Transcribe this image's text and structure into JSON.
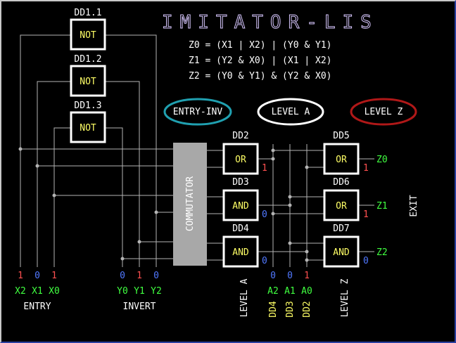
{
  "title": "IMITATOR-LIS",
  "equations": {
    "z0": "Z0 = (X1 | X2) | (Y0 & Y1)",
    "z1": "Z1 = (Y2 & X0) | (X1 | X2)",
    "z2": "Z2 = (Y0 & Y1) & (Y2 & X0)"
  },
  "buttons": {
    "entry_inv": "ENTRY-INV",
    "level_a": "LEVEL A",
    "level_z": "LEVEL Z"
  },
  "not_gates": [
    {
      "id": "DD1.1",
      "label": "NOT"
    },
    {
      "id": "DD1.2",
      "label": "NOT"
    },
    {
      "id": "DD1.3",
      "label": "NOT"
    }
  ],
  "mid_gates": [
    {
      "id": "DD2",
      "label": "OR",
      "out": "1"
    },
    {
      "id": "DD3",
      "label": "AND",
      "out": "0"
    },
    {
      "id": "DD4",
      "label": "AND",
      "out": "0"
    }
  ],
  "out_gates": [
    {
      "id": "DD5",
      "label": "OR",
      "out": "1",
      "z": "Z0"
    },
    {
      "id": "DD6",
      "label": "OR",
      "out": "1",
      "z": "Z1"
    },
    {
      "id": "DD7",
      "label": "AND",
      "out": "0",
      "z": "Z2"
    }
  ],
  "commutator": "COMMUTATOR",
  "exit": "EXIT",
  "entry": {
    "label": "ENTRY",
    "values": [
      "1",
      "0",
      "1"
    ],
    "names": [
      "X2",
      "X1",
      "X0"
    ]
  },
  "invert": {
    "label": "INVERT",
    "values": [
      "0",
      "1",
      "0"
    ],
    "names": [
      "Y0",
      "Y1",
      "Y2"
    ]
  },
  "level_a_label": "LEVEL A",
  "level_z_label": "LEVEL Z",
  "a_bus": {
    "values": [
      "0",
      "0",
      "1"
    ],
    "names": [
      "A2",
      "A1",
      "A0"
    ],
    "dd": [
      "DD4",
      "DD3",
      "DD2"
    ]
  },
  "colors": {
    "grid": "#b4b4b4",
    "gate_fill_text": "#ffff66",
    "one": "#ff5050",
    "zero": "#5078ff",
    "name": "#40ff40",
    "teal": "#20a0b0",
    "red": "#b01818",
    "commutator": "#a8a8a8",
    "title": "#d8c8ff"
  }
}
